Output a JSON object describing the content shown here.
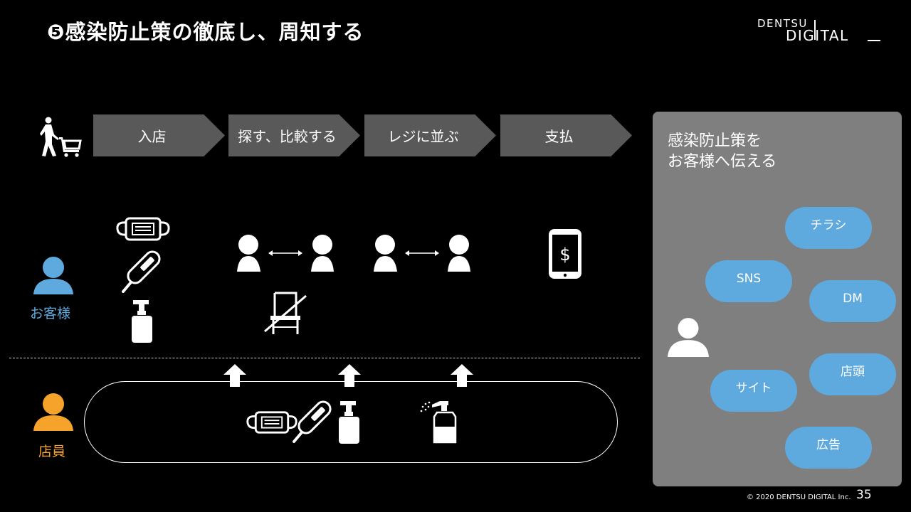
{
  "slide": {
    "title": "❺感染防止策の徹底し、周知する",
    "logo_line1": "DENTSU",
    "logo_line2": "DIGITAL",
    "footer": "© 2020 DENTSU DIGITAL Inc.",
    "page_number": "35"
  },
  "flow": {
    "steps": [
      "入店",
      "探す、比較する",
      "レジに並ぶ",
      "支払"
    ]
  },
  "roles": {
    "customer": "お客様",
    "staff": "店員"
  },
  "icons": {
    "shopper": "shopper-with-cart-icon",
    "mask": "mask-icon",
    "thermometer": "thermometer-icon",
    "sanitizer": "sanitizer-bottle-icon",
    "distance": "social-distance-icon",
    "no_chair": "no-chair-icon",
    "smartphone_pay": "smartphone-payment-icon",
    "person": "person-icon",
    "up_arrow": "up-arrow-icon",
    "spray": "spray-bottle-icon"
  },
  "colors": {
    "customer": "#5ea9dd",
    "staff": "#f5a32b",
    "step_bg": "#595959",
    "panel_bg": "#7f7f7f",
    "bubble_bg": "#5ea9dd"
  },
  "panel": {
    "title_line1": "感染防止策を",
    "title_line2": "お客様へ伝える",
    "channels": [
      "チラシ",
      "SNS",
      "DM",
      "店頭",
      "サイト",
      "広告"
    ]
  }
}
